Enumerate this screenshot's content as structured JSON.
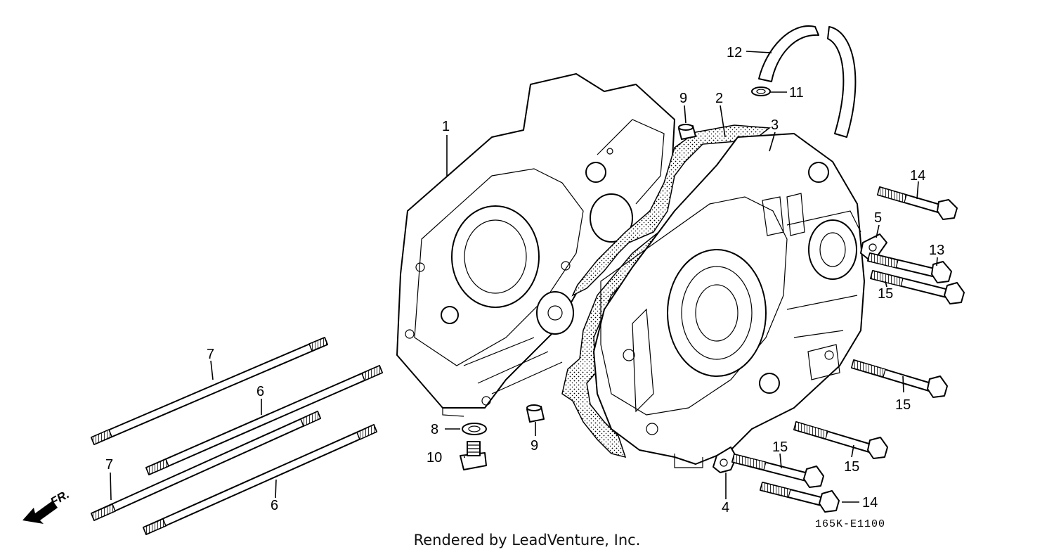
{
  "diagram": {
    "callouts": {
      "c1": "1",
      "c2": "2",
      "c3": "3",
      "c4": "4",
      "c5": "5",
      "c6a": "6",
      "c6b": "6",
      "c7a": "7",
      "c7b": "7",
      "c8": "8",
      "c9a": "9",
      "c9b": "9",
      "c10": "10",
      "c11": "11",
      "c12": "12",
      "c13": "13",
      "c14a": "14",
      "c14b": "14",
      "c15a": "15",
      "c15b": "15",
      "c15c": "15",
      "c15d": "15"
    },
    "front_marker": "FR.",
    "diagram_code": "165K-E1100",
    "credit": "Rendered by LeadVenture, Inc."
  }
}
